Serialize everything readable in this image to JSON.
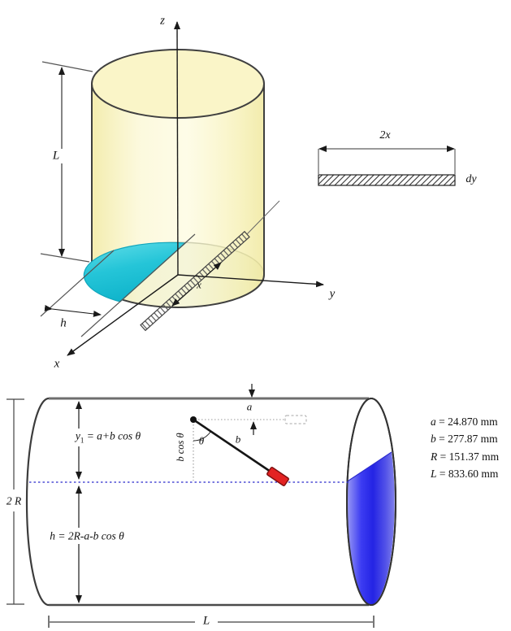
{
  "colors": {
    "cylinder_fill": "#F8F2BC",
    "base_fill": "#E8EDD9",
    "segment_fill": "#22C3D6",
    "liquid_blue": "#3232EE",
    "level_line_blue": "#2929CC",
    "bob_red": "#E32222",
    "outline": "#3F3F3F"
  },
  "figure_top": {
    "axis_z": "z",
    "axis_y": "y",
    "axis_x": "x",
    "dim_length": "L",
    "dim_offset": "h",
    "strip_halfwidth": "x",
    "detail_width": "2x",
    "detail_thickness": "dy"
  },
  "figure_bottom": {
    "dim_diameter": "2 R",
    "eq_top_var": "y",
    "eq_top_sub": "1",
    "eq_top_rest": " = a+b cos θ",
    "eq_bottom": "h = 2R-a-b cos θ",
    "dim_a": "a",
    "rod_label": "b",
    "angle_label": "θ",
    "vertical_label": "b cos θ",
    "dim_length": "L",
    "values": [
      {
        "name": "a",
        "rest": " = 24.870 mm"
      },
      {
        "name": "b",
        "rest": " = 277.87 mm"
      },
      {
        "name": "R",
        "rest": " = 151.37 mm"
      },
      {
        "name": "L",
        "rest": " = 833.60 mm"
      }
    ]
  }
}
